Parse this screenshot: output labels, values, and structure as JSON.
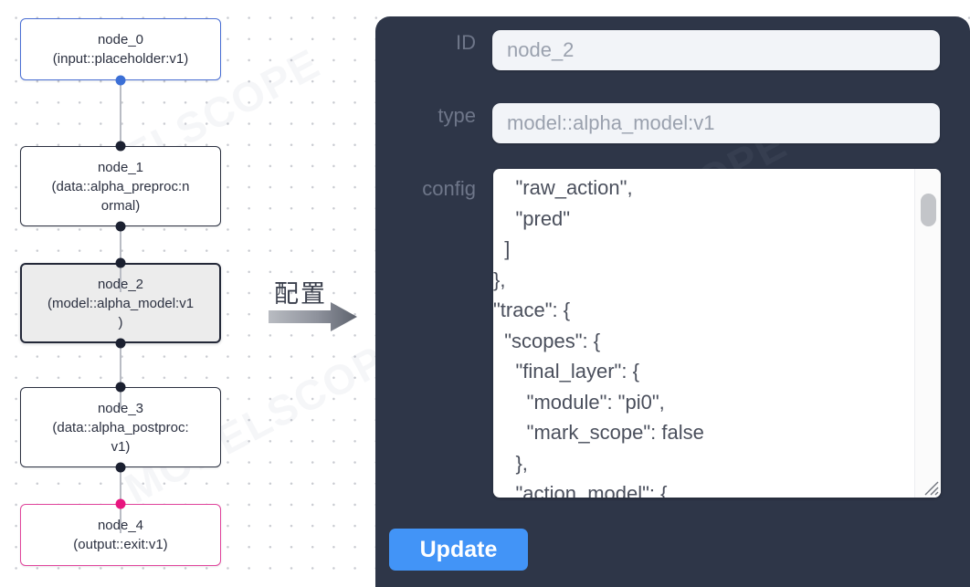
{
  "graph": {
    "nodes": [
      {
        "id": "node_0",
        "label": "node_0\n(input::placeholder:v1)",
        "kind": "input",
        "selected": false
      },
      {
        "id": "node_1",
        "label": "node_1\n(data::alpha_preproc:n\normal)",
        "kind": "default",
        "selected": false
      },
      {
        "id": "node_2",
        "label": "node_2\n(model::alpha_model:v1\n)",
        "kind": "default",
        "selected": true
      },
      {
        "id": "node_3",
        "label": "node_3\n(data::alpha_postproc:\nv1)",
        "kind": "default",
        "selected": false
      },
      {
        "id": "node_4",
        "label": "node_4\n(output::exit:v1)",
        "kind": "output",
        "selected": false
      }
    ],
    "colors": {
      "input_border": "#4a6fd4",
      "output_border": "#e0459c",
      "default_border": "#2b3040",
      "selected_fill": "#ececec",
      "edge": "#b9bcc4",
      "handle": "#1b2030",
      "handle_blue": "#3b6fd6",
      "handle_pink": "#e8157f"
    }
  },
  "arrow": {
    "caption": "配置",
    "color": "#7b7f88"
  },
  "panel": {
    "background": "#2e3648",
    "fields": [
      {
        "name": "id",
        "label": "ID",
        "value": "node_2"
      },
      {
        "name": "type",
        "label": "type",
        "value": "model::alpha_model:v1"
      }
    ],
    "config": {
      "label": "config",
      "value": "    \"raw_action\",\n    \"pred\"\n  ]\n},\n\"trace\": {\n  \"scopes\": {\n    \"final_layer\": {\n      \"module\": \"pi0\",\n      \"mark_scope\": false\n    },\n    \"action_model\": {"
    },
    "update_label": "Update",
    "accent": "#4294f7"
  },
  "watermark": {
    "text": "MODELSCOPE"
  }
}
